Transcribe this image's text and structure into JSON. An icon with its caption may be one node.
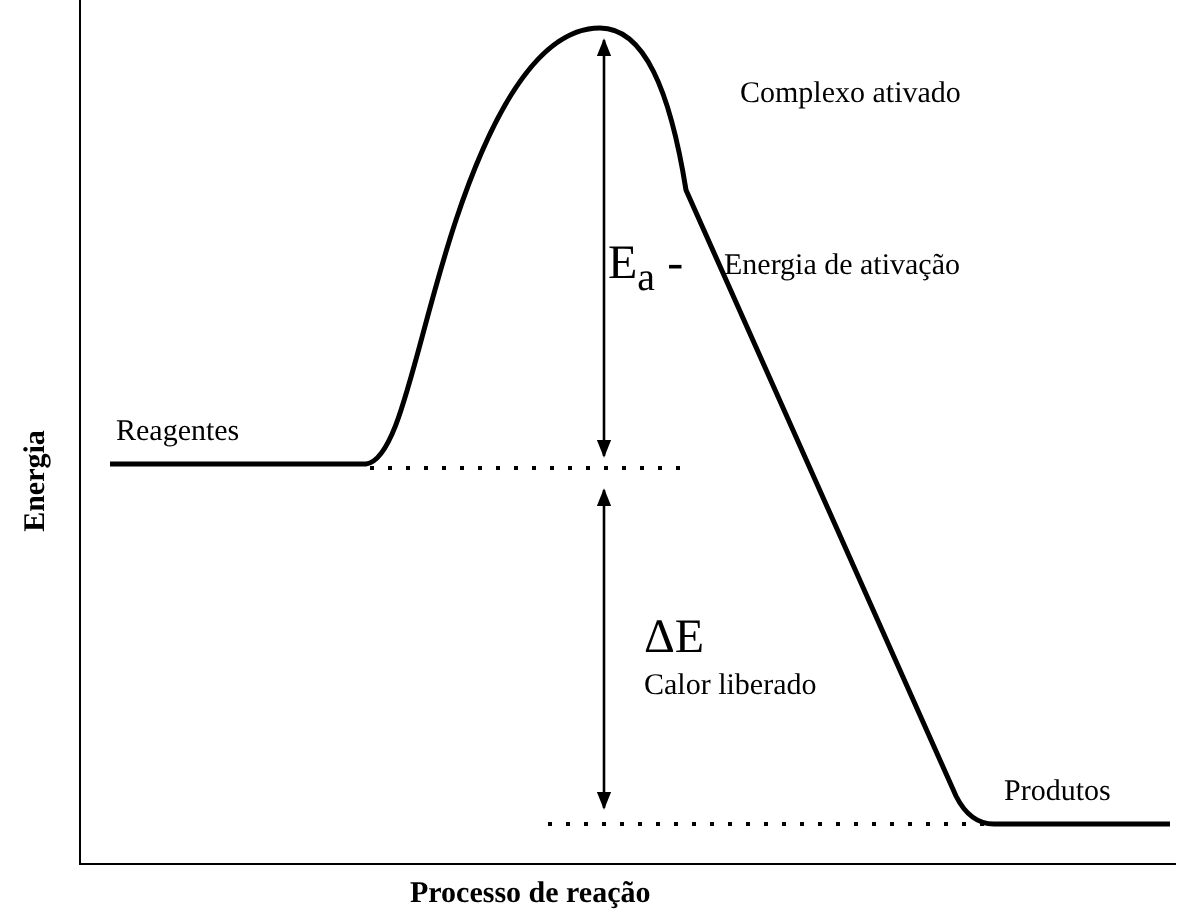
{
  "diagram": {
    "labels": [
      "Complexo ativado",
      "E$_{a}$ -",
      "Energia de ativação",
      "Reagentes",
      "ΔE",
      "Calor liberado",
      "Produtos",
      "Energia",
      "Processo de reação"
    ]
  }
}
